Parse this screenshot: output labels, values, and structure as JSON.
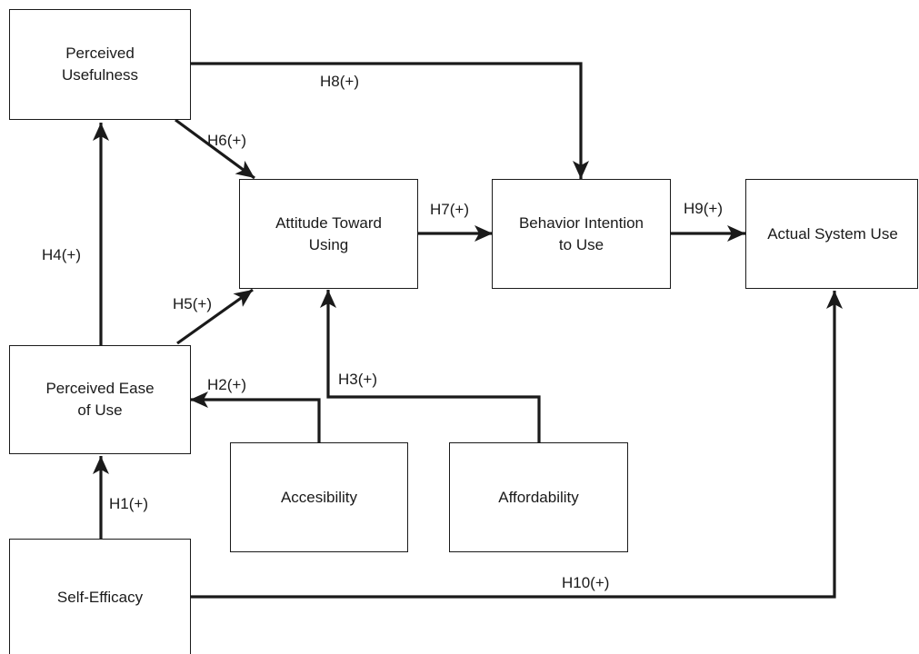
{
  "diagram": {
    "nodes": {
      "perceived_usefulness": "Perceived\nUsefulness",
      "attitude_toward_using": "Attitude Toward\nUsing",
      "behavior_intention": "Behavior Intention\nto Use",
      "actual_system_use": "Actual System Use",
      "perceived_ease_of_use": "Perceived Ease\nof Use",
      "accesibility": "Accesibility",
      "affordability": "Affordability",
      "self_efficacy": "Self-Efficacy"
    },
    "hypotheses": {
      "h1": "H1(+)",
      "h2": "H2(+)",
      "h3": "H3(+)",
      "h4": "H4(+)",
      "h5": "H5(+)",
      "h6": "H6(+)",
      "h7": "H7(+)",
      "h8": "H8(+)",
      "h9": "H9(+)",
      "h10": "H10(+)"
    },
    "edges": [
      {
        "from": "self_efficacy",
        "to": "perceived_ease_of_use",
        "label": "H1(+)"
      },
      {
        "from": "accesibility",
        "to": "perceived_ease_of_use",
        "label": "H2(+)"
      },
      {
        "from": "affordability",
        "to": "attitude_toward_using",
        "label": "H3(+)"
      },
      {
        "from": "perceived_ease_of_use",
        "to": "perceived_usefulness",
        "label": "H4(+)"
      },
      {
        "from": "perceived_ease_of_use",
        "to": "attitude_toward_using",
        "label": "H5(+)"
      },
      {
        "from": "perceived_usefulness",
        "to": "attitude_toward_using",
        "label": "H6(+)"
      },
      {
        "from": "attitude_toward_using",
        "to": "behavior_intention",
        "label": "H7(+)"
      },
      {
        "from": "perceived_usefulness",
        "to": "behavior_intention",
        "label": "H8(+)"
      },
      {
        "from": "behavior_intention",
        "to": "actual_system_use",
        "label": "H9(+)"
      },
      {
        "from": "self_efficacy",
        "to": "actual_system_use",
        "label": "H10(+)"
      }
    ]
  }
}
